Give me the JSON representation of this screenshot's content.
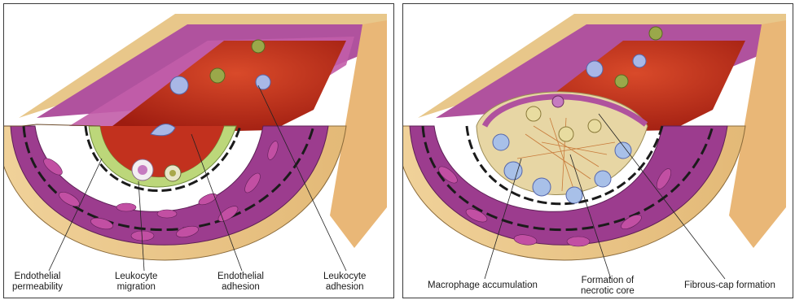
{
  "left_panel": {
    "labels": [
      {
        "line1": "Endothelial",
        "line2": "permeability"
      },
      {
        "line1": "Leukocyte",
        "line2": "migration"
      },
      {
        "line1": "Endothelial",
        "line2": "adhesion"
      },
      {
        "line1": "Leukocyte",
        "line2": "adhesion"
      }
    ]
  },
  "right_panel": {
    "labels": [
      {
        "line1": "Macrophage accumulation",
        "line2": ""
      },
      {
        "line1": "Formation of",
        "line2": "necrotic core"
      },
      {
        "line1": "Fibrous-cap formation",
        "line2": ""
      }
    ]
  },
  "colors": {
    "adventitia": "#e9c98a",
    "media": "#9c3c8e",
    "lumen": "#c2311e",
    "intima_line": "#bcd77a",
    "lesion": "#e7d6a4"
  }
}
